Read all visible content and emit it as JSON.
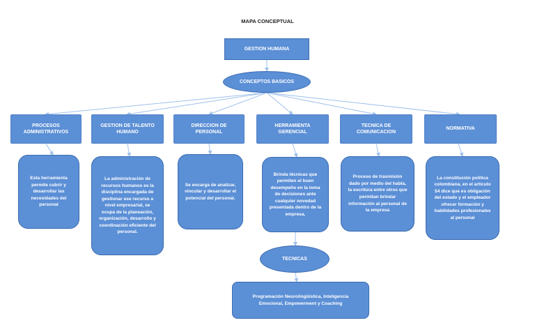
{
  "title": "MAPA CONCEPTUAL",
  "root": "GESTION HUMANA",
  "concepts": "CONCEPTOS BASICOS",
  "categories": [
    {
      "label": "PROCESOS ADMINISTRATIVOS",
      "description": "Esta herramienta permite cubrir y desarrollar las necesidades del personal"
    },
    {
      "label": "GESTION DE TALENTO HUMANO",
      "description": "La administración de recursos humanos es la disciplina encargada de gestionar ese recurso a nivel empresarial, se ocupa de la planeación, organización, desarrollo y coordinación eficiente del personal."
    },
    {
      "label": "DIRECCION DE PERSONAL",
      "description": "Se encarga de analizar, vincular y desarrollar el potencial del personal."
    },
    {
      "label": "HERRAMIENTA GERENCIAL",
      "description": "Brinda técnicas que permiten el buen desempeño en la toma de decisiones ante cualquier novedad presentada dentro de la empresa."
    },
    {
      "label": "TECNICA DE COMUNICACION",
      "description": "Proceso de trasmisión dado por medio del habla, la escritura entre otros que permitan brindar información al personal de la empresa"
    },
    {
      "label": "NORMATIVA",
      "description": "La constitución política colombiana, en el artículo 54 dice que es obligación del estado y el empleador ofrecer formación y habilidades profesionales al personal"
    }
  ],
  "techniques": {
    "label": "TECNICAS",
    "description": "Programación Neurolingüística, Inteligencia Emocional, Empowerment y Coaching"
  },
  "colors": {
    "node_fill": "#5b8fd6",
    "node_border": "#3a6bb0",
    "connector": "#9ec0ea",
    "text": "#ffffff"
  }
}
